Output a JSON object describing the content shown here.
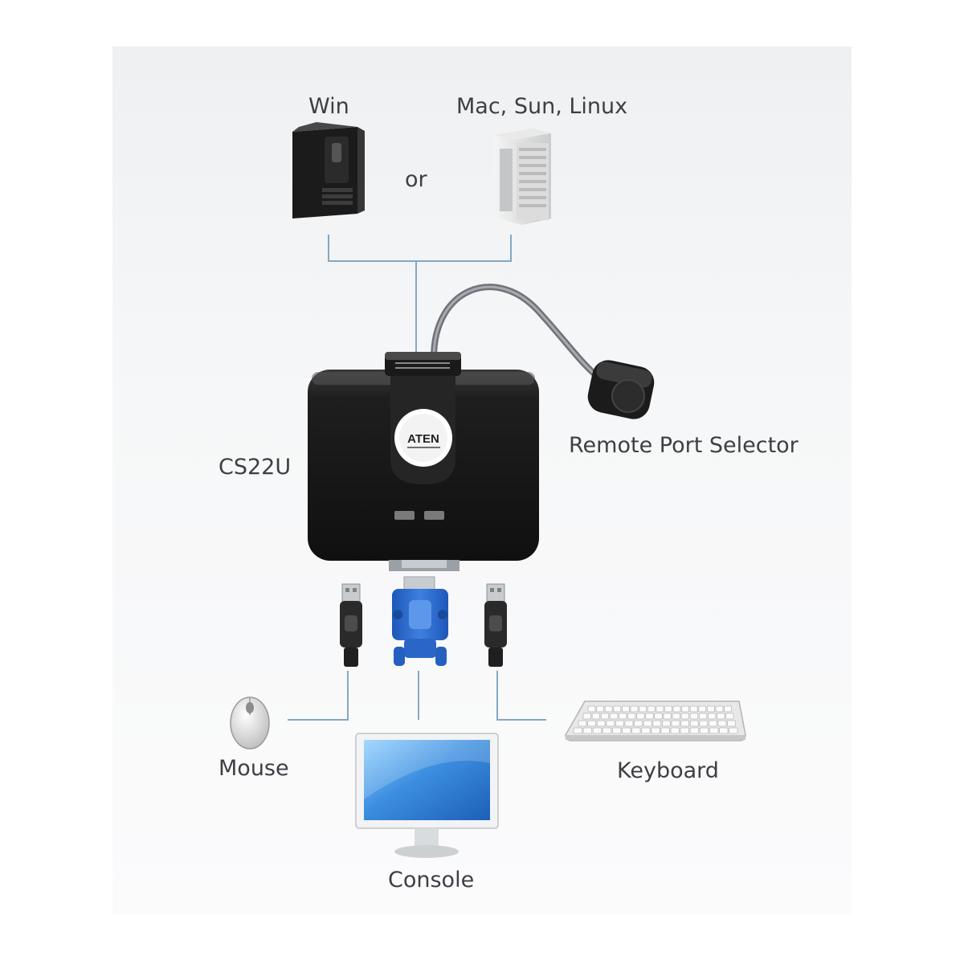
{
  "labels": {
    "win": "Win",
    "mac_sun_linux": "Mac, Sun, Linux",
    "or": "or",
    "cs22u": "CS22U",
    "remote_port_selector": "Remote Port Selector",
    "mouse": "Mouse",
    "console": "Console",
    "keyboard": "Keyboard"
  },
  "device_logo": "ATEN",
  "colors": {
    "connector_line": "#7fa3be",
    "kvm_body": "#1c1c1c",
    "vga_plug": "#2a67c9",
    "monitor_screen": "#3d8fe0"
  },
  "icons": [
    "desktop-tower-icon",
    "mac-pro-tower-icon",
    "remote-selector-icon",
    "usb-plug-icon",
    "vga-plug-icon",
    "mouse-icon",
    "monitor-icon",
    "keyboard-icon"
  ]
}
